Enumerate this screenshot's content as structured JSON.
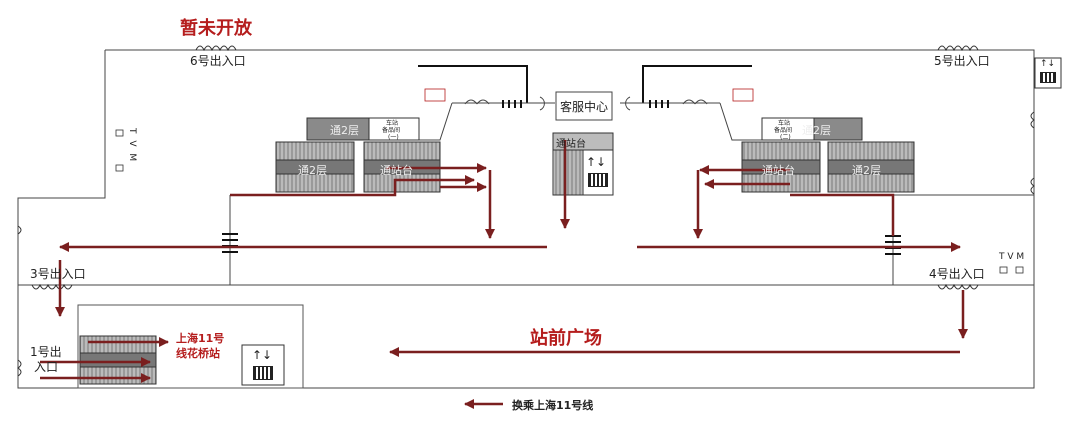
{
  "title_closed": "暂未开放",
  "plaza": "站前广场",
  "service_center": "客服中心",
  "tvm": "T V M",
  "exits": {
    "exit6": "6号出入口",
    "exit5": "5号出入口",
    "exit3": "3号出入口",
    "exit4": "4号出入口",
    "exit1_line1": "1号出",
    "exit1_line2": "入口"
  },
  "platform": {
    "to_floor2": "通2层",
    "to_platform": "通站台"
  },
  "line11": {
    "name_line1": "上海11号",
    "name_line2": "线花桥站",
    "transfer": "换乘上海11号线"
  },
  "storage": {
    "line1": "车站",
    "line2": "备品间",
    "left_tag": "(一)",
    "right_tag": "(二)"
  },
  "elevator_arrows": "↑↓",
  "colors": {
    "arrow": "#7a1f1f",
    "text_red": "#b51d1d"
  }
}
